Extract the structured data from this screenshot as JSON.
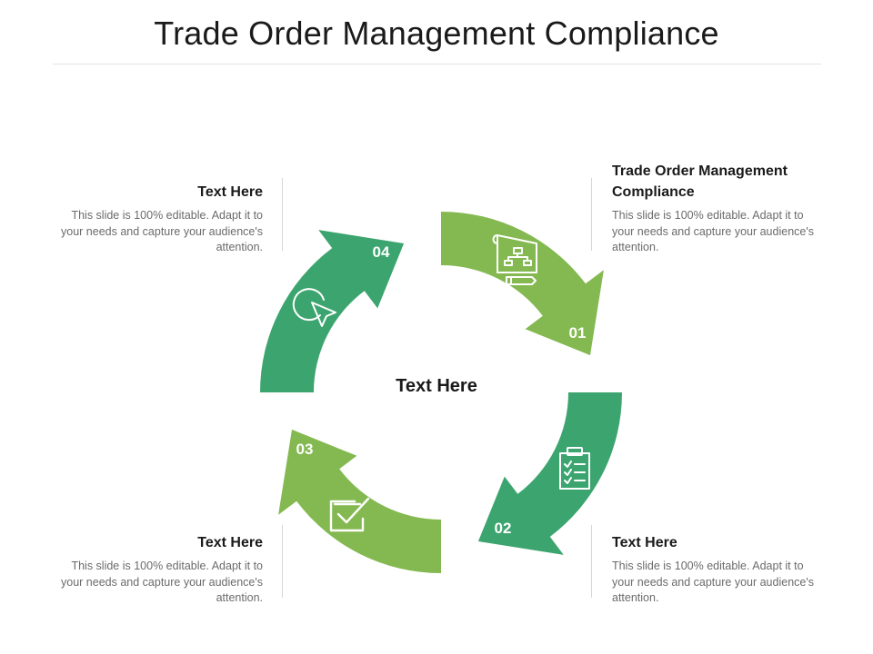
{
  "title": "Trade Order Management Compliance",
  "center_label": "Text Here",
  "colors": {
    "green_light": "#84b951",
    "green_dark": "#3ca56f",
    "icon_stroke": "#ffffff"
  },
  "steps": [
    {
      "number": "01",
      "title": "Trade Order Management Compliance",
      "body": "This slide is 100% editable. Adapt it to your needs and capture your audience's attention.",
      "icon": "flowchart-blueprint-icon"
    },
    {
      "number": "02",
      "title": "Text Here",
      "body": "This slide is 100% editable. Adapt it to your needs and capture your audience's attention.",
      "icon": "checklist-clipboard-icon"
    },
    {
      "number": "03",
      "title": "Text Here",
      "body": "This slide is 100% editable. Adapt it to your needs and capture your audience's attention.",
      "icon": "checkbox-icon"
    },
    {
      "number": "04",
      "title": "Text Here",
      "body": "This slide is 100% editable. Adapt it to your needs and capture your audience's attention.",
      "icon": "cursor-click-icon"
    }
  ]
}
